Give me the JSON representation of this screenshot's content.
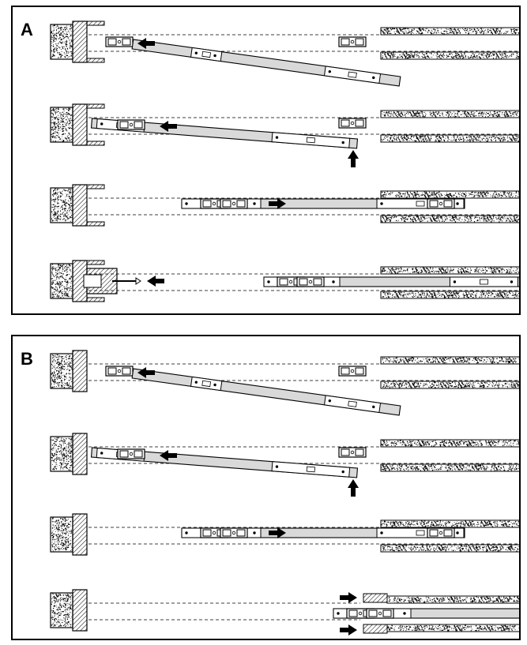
{
  "panels": [
    {
      "id": "A",
      "label": "A",
      "steps": 4
    },
    {
      "id": "B",
      "label": "B",
      "steps": 4
    }
  ],
  "colors": {
    "line": "#000000",
    "rail_fill": "#d9d9d9",
    "background": "#ffffff",
    "concrete_fill": "#ffffff"
  }
}
